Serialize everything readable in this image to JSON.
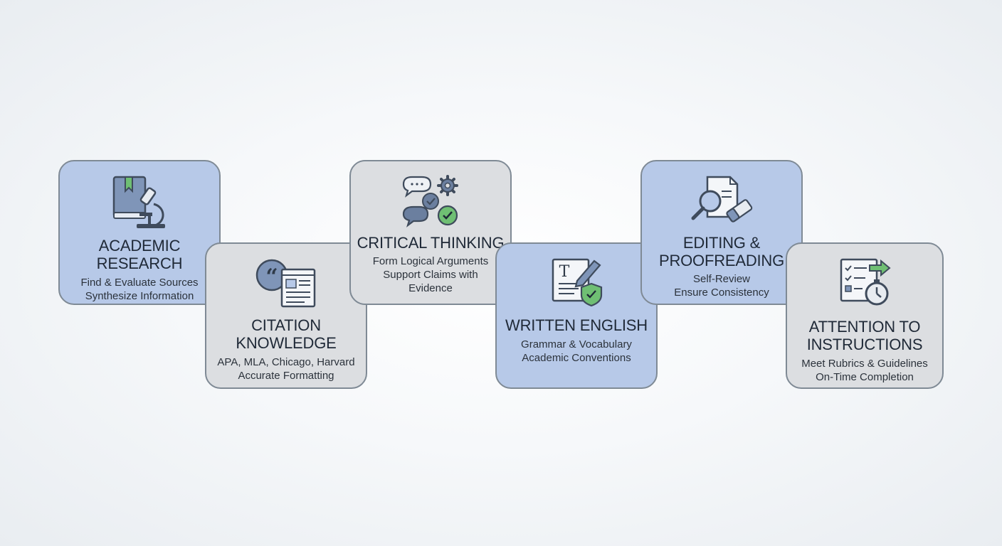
{
  "colors": {
    "blue_card": "#b7c9e8",
    "grey_card": "#dcdee1",
    "border": "#7f8a95",
    "accent_green": "#6fbf73",
    "icon_blue": "#5b7398"
  },
  "steps": [
    {
      "id": "research",
      "title": "ACADEMIC RESEARCH",
      "lines": [
        "Find & Evaluate Sources",
        "Synthesize Information"
      ],
      "icon": "book-microscope-icon",
      "tone": "blue"
    },
    {
      "id": "citation",
      "title": "CITATION KNOWLEDGE",
      "lines": [
        "APA, MLA, Chicago, Harvard",
        "Accurate Formatting"
      ],
      "icon": "quote-document-icon",
      "tone": "grey"
    },
    {
      "id": "critical",
      "title": "CRITICAL THINKING",
      "lines": [
        "Form Logical Arguments",
        "Support Claims with",
        "Evidence"
      ],
      "icon": "chat-gear-check-icon",
      "tone": "grey"
    },
    {
      "id": "written",
      "title": "WRITTEN ENGLISH",
      "lines": [
        "Grammar & Vocabulary",
        "Academic Conventions"
      ],
      "icon": "document-pen-shield-icon",
      "tone": "blue"
    },
    {
      "id": "editing",
      "title": "EDITING &\nPROOFREADING",
      "lines": [
        "Self-Review",
        "Ensure Consistency"
      ],
      "icon": "magnifier-eraser-icon",
      "tone": "blue"
    },
    {
      "id": "attention",
      "title": "ATTENTION TO\nINSTRUCTIONS",
      "lines": [
        "Meet Rubrics & Guidelines",
        "On-Time Completion"
      ],
      "icon": "checklist-timer-icon",
      "tone": "grey"
    }
  ]
}
